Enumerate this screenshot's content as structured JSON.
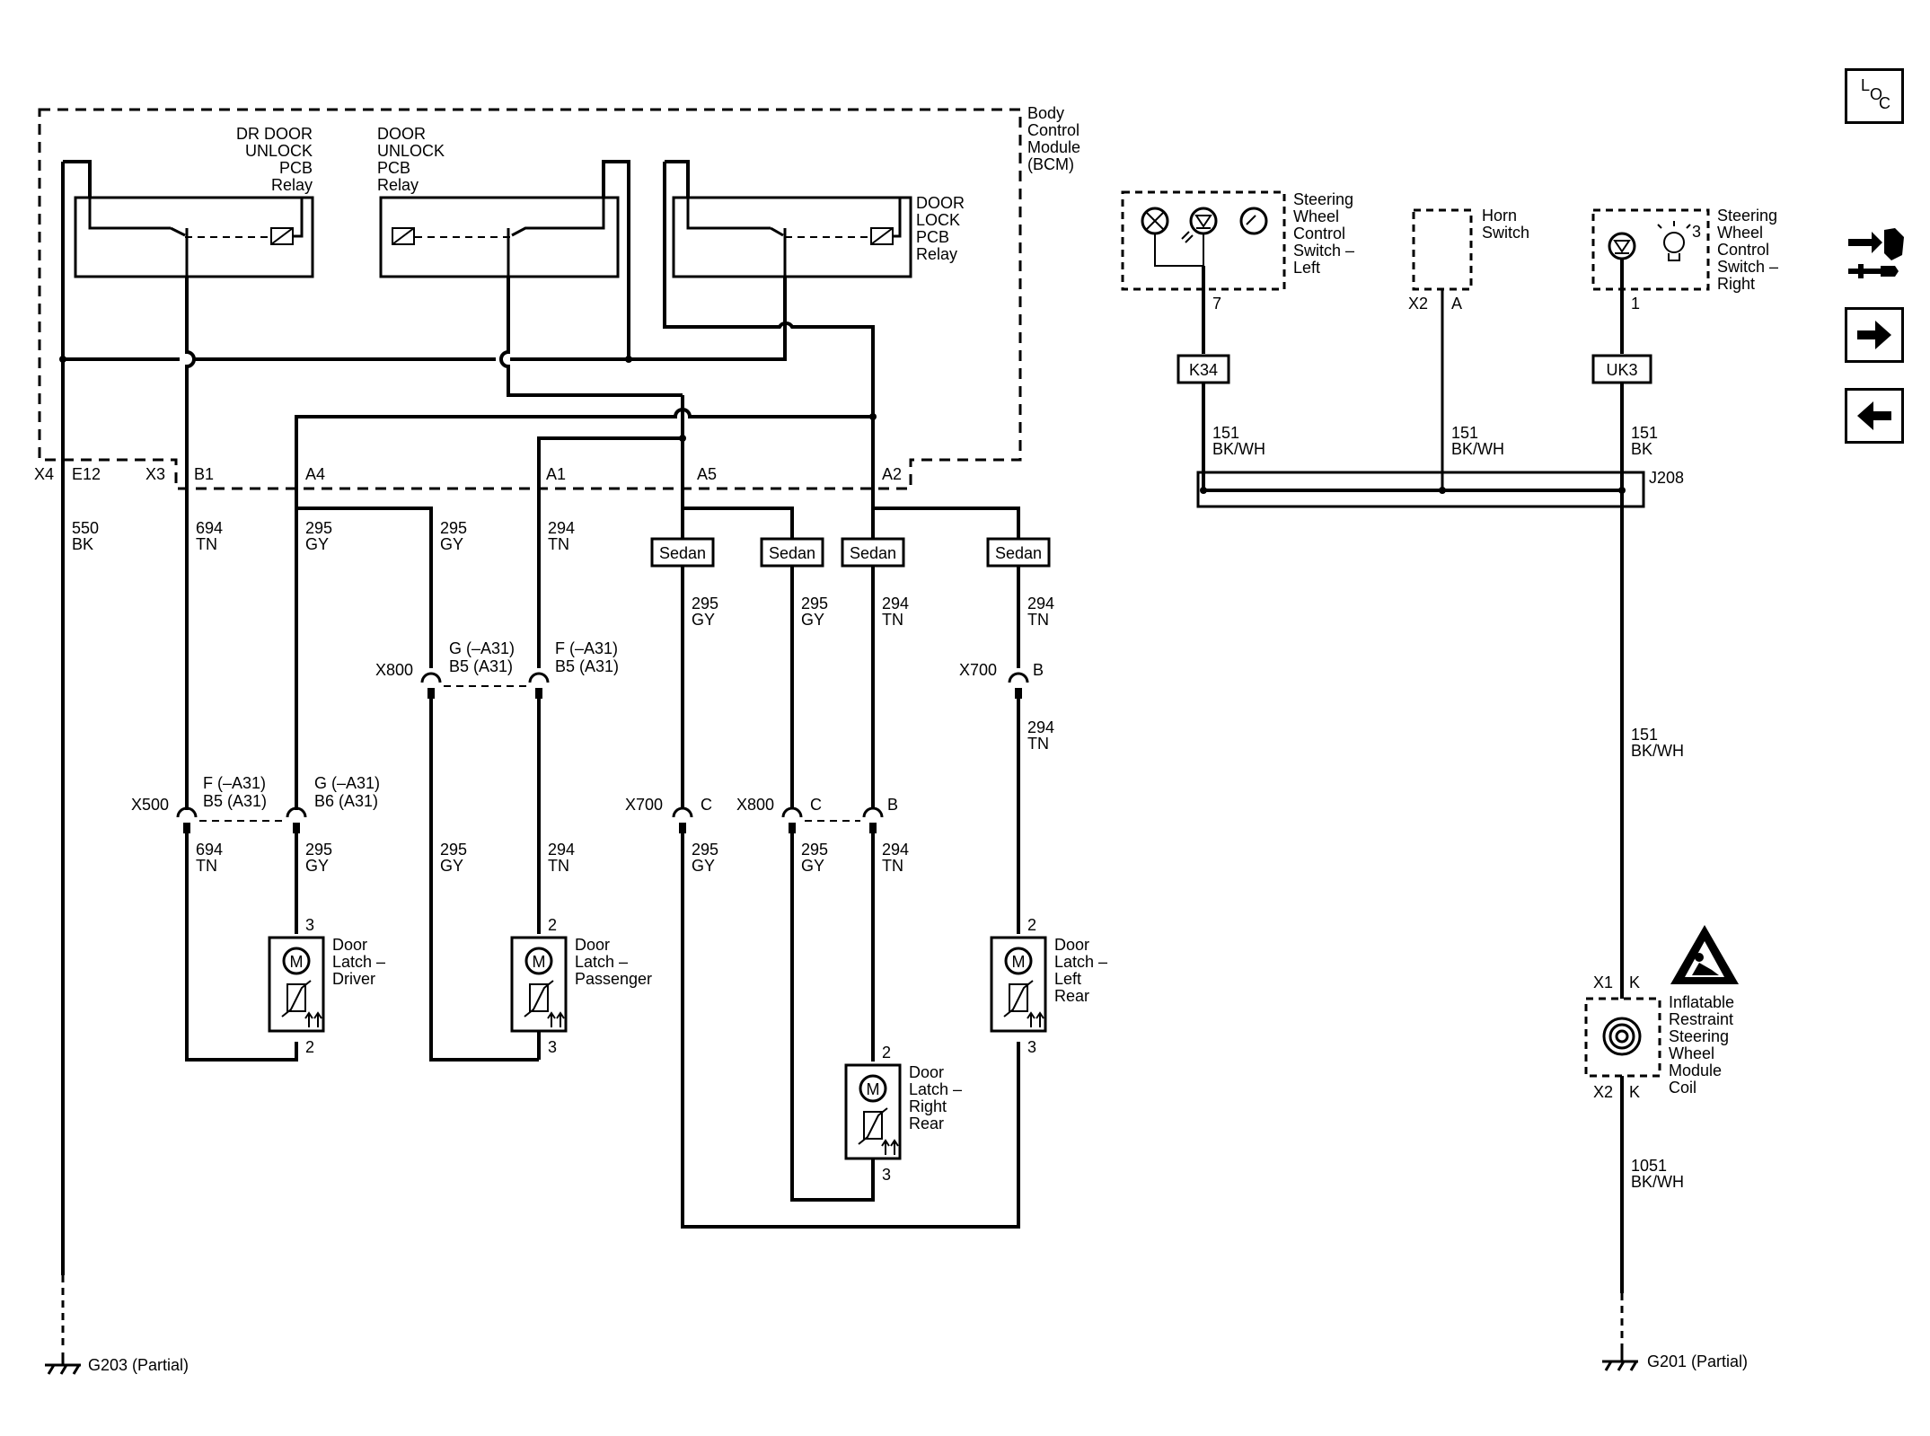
{
  "bcm": {
    "name": [
      "Body",
      "Control",
      "Module",
      "(BCM)"
    ]
  },
  "relays": {
    "dr_unlock": [
      "DR DOOR",
      "UNLOCK",
      "PCB",
      "Relay"
    ],
    "unlock": [
      "DOOR",
      "UNLOCK",
      "PCB",
      "Relay"
    ],
    "lock": [
      "DOOR",
      "LOCK",
      "PCB",
      "Relay"
    ]
  },
  "bcm_pins": {
    "x4": "X4",
    "e12": "E12",
    "x3": "X3",
    "b1": "B1",
    "a4": "A4",
    "a1": "A1",
    "a5": "A5",
    "a2": "A2"
  },
  "wires": {
    "w550": [
      "550",
      "BK"
    ],
    "w694_top": [
      "694",
      "TN"
    ],
    "w295_a4": [
      "295",
      "GY"
    ],
    "w295_mid": [
      "295",
      "GY"
    ],
    "w294_a1": [
      "294",
      "TN"
    ],
    "w295_sedan1": [
      "295",
      "GY"
    ],
    "w295_sedan2": [
      "295",
      "GY"
    ],
    "w294_sedan3": [
      "294",
      "TN"
    ],
    "w294_sedan4": [
      "294",
      "TN"
    ],
    "w294_x700b": [
      "294",
      "TN"
    ],
    "w694_bot": [
      "694",
      "TN"
    ],
    "w295_drv": [
      "295",
      "GY"
    ],
    "w295_pass": [
      "295",
      "GY"
    ],
    "w294_pass": [
      "294",
      "TN"
    ],
    "w295_x700c": [
      "295",
      "GY"
    ],
    "w295_x800c": [
      "295",
      "GY"
    ],
    "w294_x800b": [
      "294",
      "TN"
    ],
    "w151_left": [
      "151",
      "BK/WH"
    ],
    "w151_mid": [
      "151",
      "BK/WH"
    ],
    "w151_right": [
      "151",
      "BK"
    ],
    "w151_long": [
      "151",
      "BK/WH"
    ],
    "w1051": [
      "1051",
      "BK/WH"
    ]
  },
  "option_boxes": {
    "sedan": "Sedan"
  },
  "connectors": {
    "x500": "X500",
    "x500_f": "F (–A31)",
    "x500_b5": "B5 (A31)",
    "x500_g": "G (–A31)",
    "x500_b6": "B6 (A31)",
    "x800_top": "X800",
    "x800_top_g": "G (–A31)",
    "x800_top_b5a": "B5 (A31)",
    "x800_top_f": "F (–A31)",
    "x800_top_b5b": "B5 (A31)",
    "x700_top": "X700",
    "x700_top_pin": "B",
    "x700_bot": "X700",
    "x700_bot_pin": "C",
    "x800_bot": "X800",
    "x800_bot_c": "C",
    "x800_bot_b": "B"
  },
  "latches": {
    "driver": {
      "label": [
        "Door",
        "Latch –",
        "Driver"
      ],
      "pin_top": "3",
      "pin_bot": "2"
    },
    "passenger": {
      "label": [
        "Door",
        "Latch –",
        "Passenger"
      ],
      "pin_top": "2",
      "pin_bot": "3"
    },
    "left_rear": {
      "label": [
        "Door",
        "Latch –",
        "Left",
        "Rear"
      ],
      "pin_top": "2",
      "pin_bot": "3"
    },
    "right_rear": {
      "label": [
        "Door",
        "Latch –",
        "Right",
        "Rear"
      ],
      "pin_top": "2",
      "pin_bot": "3"
    },
    "motor_symbol": "M"
  },
  "right_side": {
    "sw_left": [
      "Steering",
      "Wheel",
      "Control",
      "Switch –",
      "Left"
    ],
    "sw_left_pin": "7",
    "horn": [
      "Horn",
      "Switch"
    ],
    "horn_x2": "X2",
    "horn_pin": "A",
    "sw_right": [
      "Steering",
      "Wheel",
      "Control",
      "Switch –",
      "Right"
    ],
    "sw_right_pin": "1",
    "sw_right_bulb_num": "3",
    "k34": "K34",
    "uk3": "UK3",
    "j208": "J208",
    "coil": [
      "Inflatable",
      "Restraint",
      "Steering",
      "Wheel",
      "Module",
      "Coil"
    ],
    "coil_x1": "X1",
    "coil_x1_pin": "K",
    "coil_x2": "X2",
    "coil_x2_pin": "K"
  },
  "grounds": {
    "g203": "G203 (Partial)",
    "g201": "G201 (Partial)"
  },
  "nav": {
    "loc": [
      "L",
      "O",
      "C"
    ],
    "icons": [
      "connector-view-icon",
      "forward-arrow-icon",
      "back-arrow-icon"
    ]
  }
}
